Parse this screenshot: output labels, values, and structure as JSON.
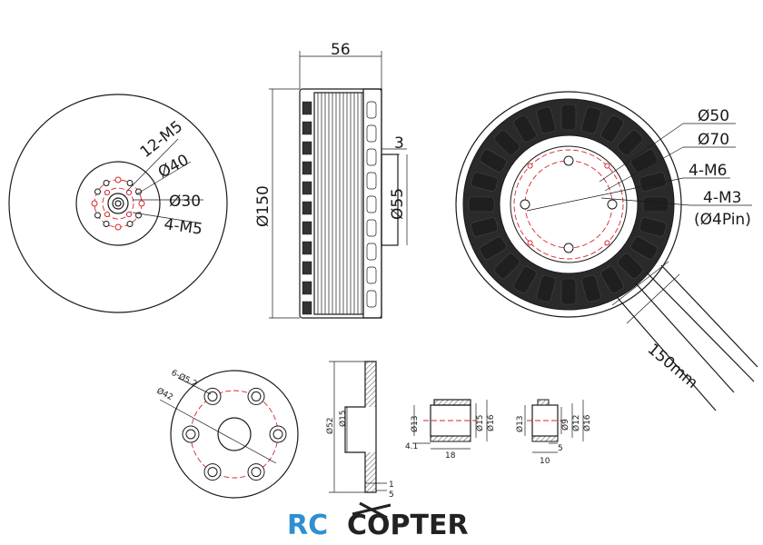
{
  "front_view": {
    "labels": [
      "12-M5",
      "Ø40",
      "Ø30",
      "4-M5"
    ]
  },
  "side_view": {
    "labels": [
      "56",
      "Ø150",
      "3",
      "Ø55"
    ]
  },
  "bottom_view": {
    "labels": [
      "Ø50",
      "Ø70",
      "4-M6",
      "4-M3",
      "(Ø4Pin)",
      "150mm"
    ]
  },
  "prop_adapter": {
    "labels": [
      "6-Ø5.2",
      "Ø42"
    ]
  },
  "adapter_section": {
    "labels": [
      "Ø52",
      "Ø15",
      "1",
      "5"
    ]
  },
  "bushing_1": {
    "labels": [
      "Ø13",
      "Ø15",
      "Ø16",
      "4.1",
      "18"
    ]
  },
  "bushing_2": {
    "labels": [
      "Ø13",
      "Ø9",
      "Ø12",
      "Ø16",
      "5",
      "10"
    ]
  },
  "logo": {
    "left": "RC",
    "right": "COPTER",
    "colors": {
      "left": "#2f8fcf",
      "right": "#222222"
    }
  },
  "colors": {
    "line": "#1a1a1a",
    "centerline": "#d9252b"
  }
}
